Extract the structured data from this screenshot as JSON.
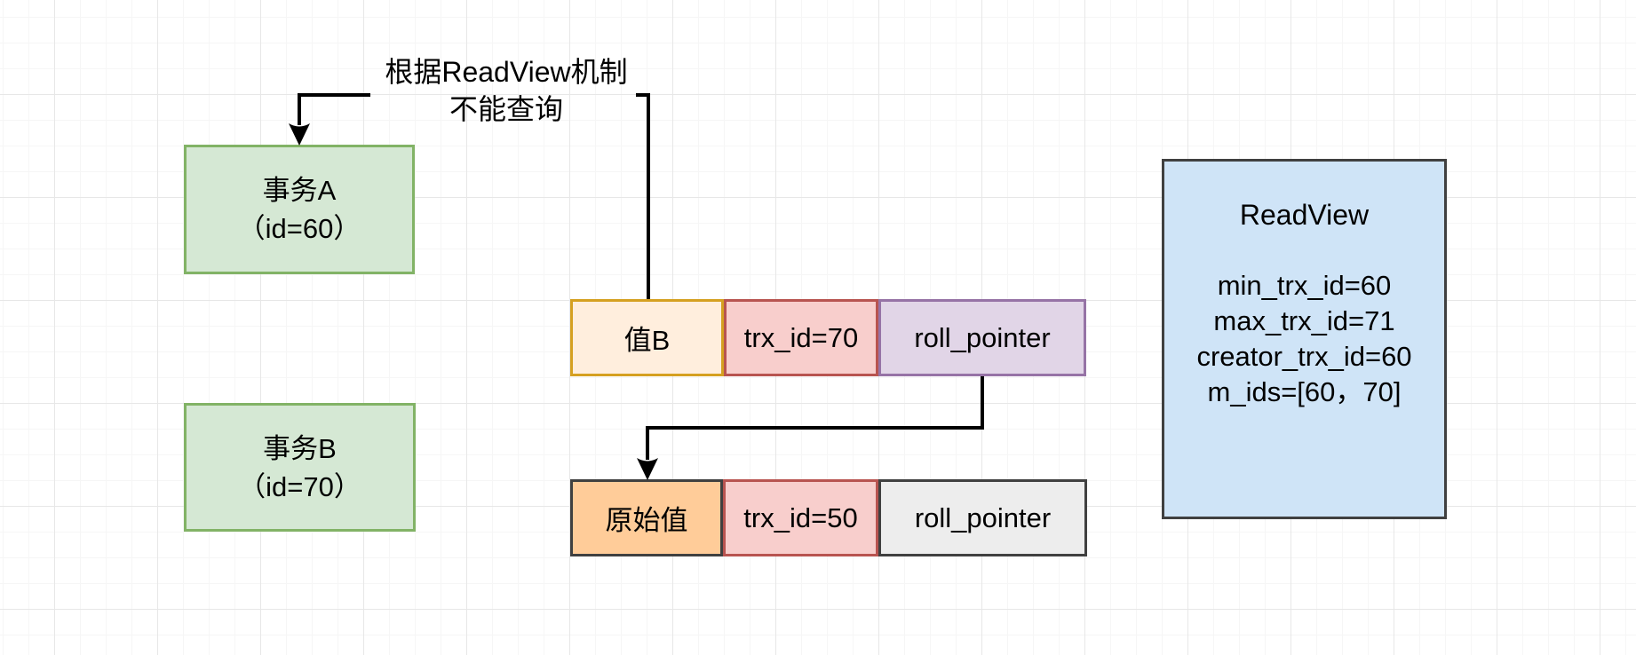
{
  "annotation": {
    "line1": "根据ReadView机制",
    "line2": "不能查询"
  },
  "transaction_a": {
    "line1": "事务A",
    "line2": "（id=60）"
  },
  "transaction_b": {
    "line1": "事务B",
    "line2": "（id=70）"
  },
  "versions": {
    "current": {
      "cells": [
        "值B",
        "trx_id=70",
        "roll_pointer"
      ]
    },
    "original": {
      "cells": [
        "原始值",
        "trx_id=50",
        "roll_pointer"
      ]
    }
  },
  "readview": {
    "title": "ReadView",
    "fields": [
      "min_trx_id=60",
      "max_trx_id=71",
      "creator_trx_id=60",
      "m_ids=[60，70]"
    ]
  },
  "colors": {
    "transaction_fill": "#d5e8d4",
    "transaction_border": "#82b366",
    "value_b_fill": "#ffeedd",
    "value_b_border": "#d5a021",
    "trx_id_fill": "#f8cecc",
    "trx_id_border": "#b85450",
    "roll_pointer_current_fill": "#e1d5e7",
    "roll_pointer_current_border": "#9673a6",
    "original_value_fill": "#ffcc99",
    "original_value_border": "#404040",
    "roll_pointer_original_fill": "#ededed",
    "roll_pointer_original_border": "#404040",
    "readview_fill": "#cfe4f7",
    "readview_border": "#404040",
    "connector": "#000000"
  }
}
